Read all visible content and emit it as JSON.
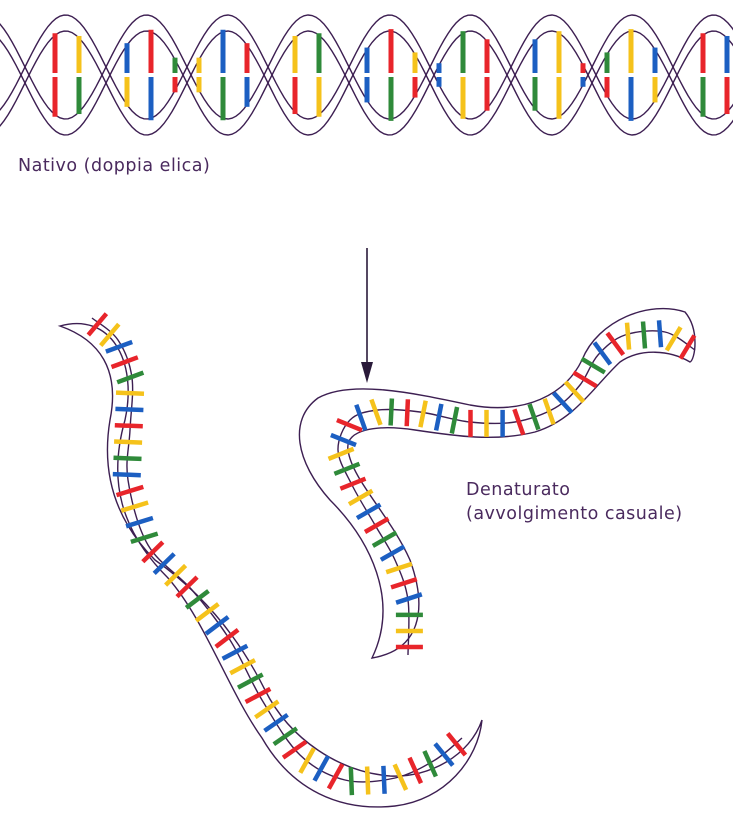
{
  "labels": {
    "native": "Nativo (doppia elica)",
    "denatured_line1": "Denaturato",
    "denatured_line2": "(avvolgimento casuale)"
  },
  "colors": {
    "strand": "#3d1f52",
    "bases": [
      "#e8252b",
      "#f5c21b",
      "#1c5fc2",
      "#2f8a3a"
    ]
  },
  "base_sequence": [
    0,
    1,
    2,
    0,
    3,
    1,
    2,
    0,
    1,
    3,
    2,
    0,
    1,
    2,
    3,
    0,
    2,
    1,
    0,
    3,
    1,
    2,
    0,
    2,
    1,
    3,
    0,
    1,
    2,
    3,
    0,
    1,
    2,
    0,
    3,
    1,
    2,
    1,
    0,
    3,
    2,
    0,
    1,
    3,
    2,
    1,
    0,
    2,
    3,
    1
  ]
}
